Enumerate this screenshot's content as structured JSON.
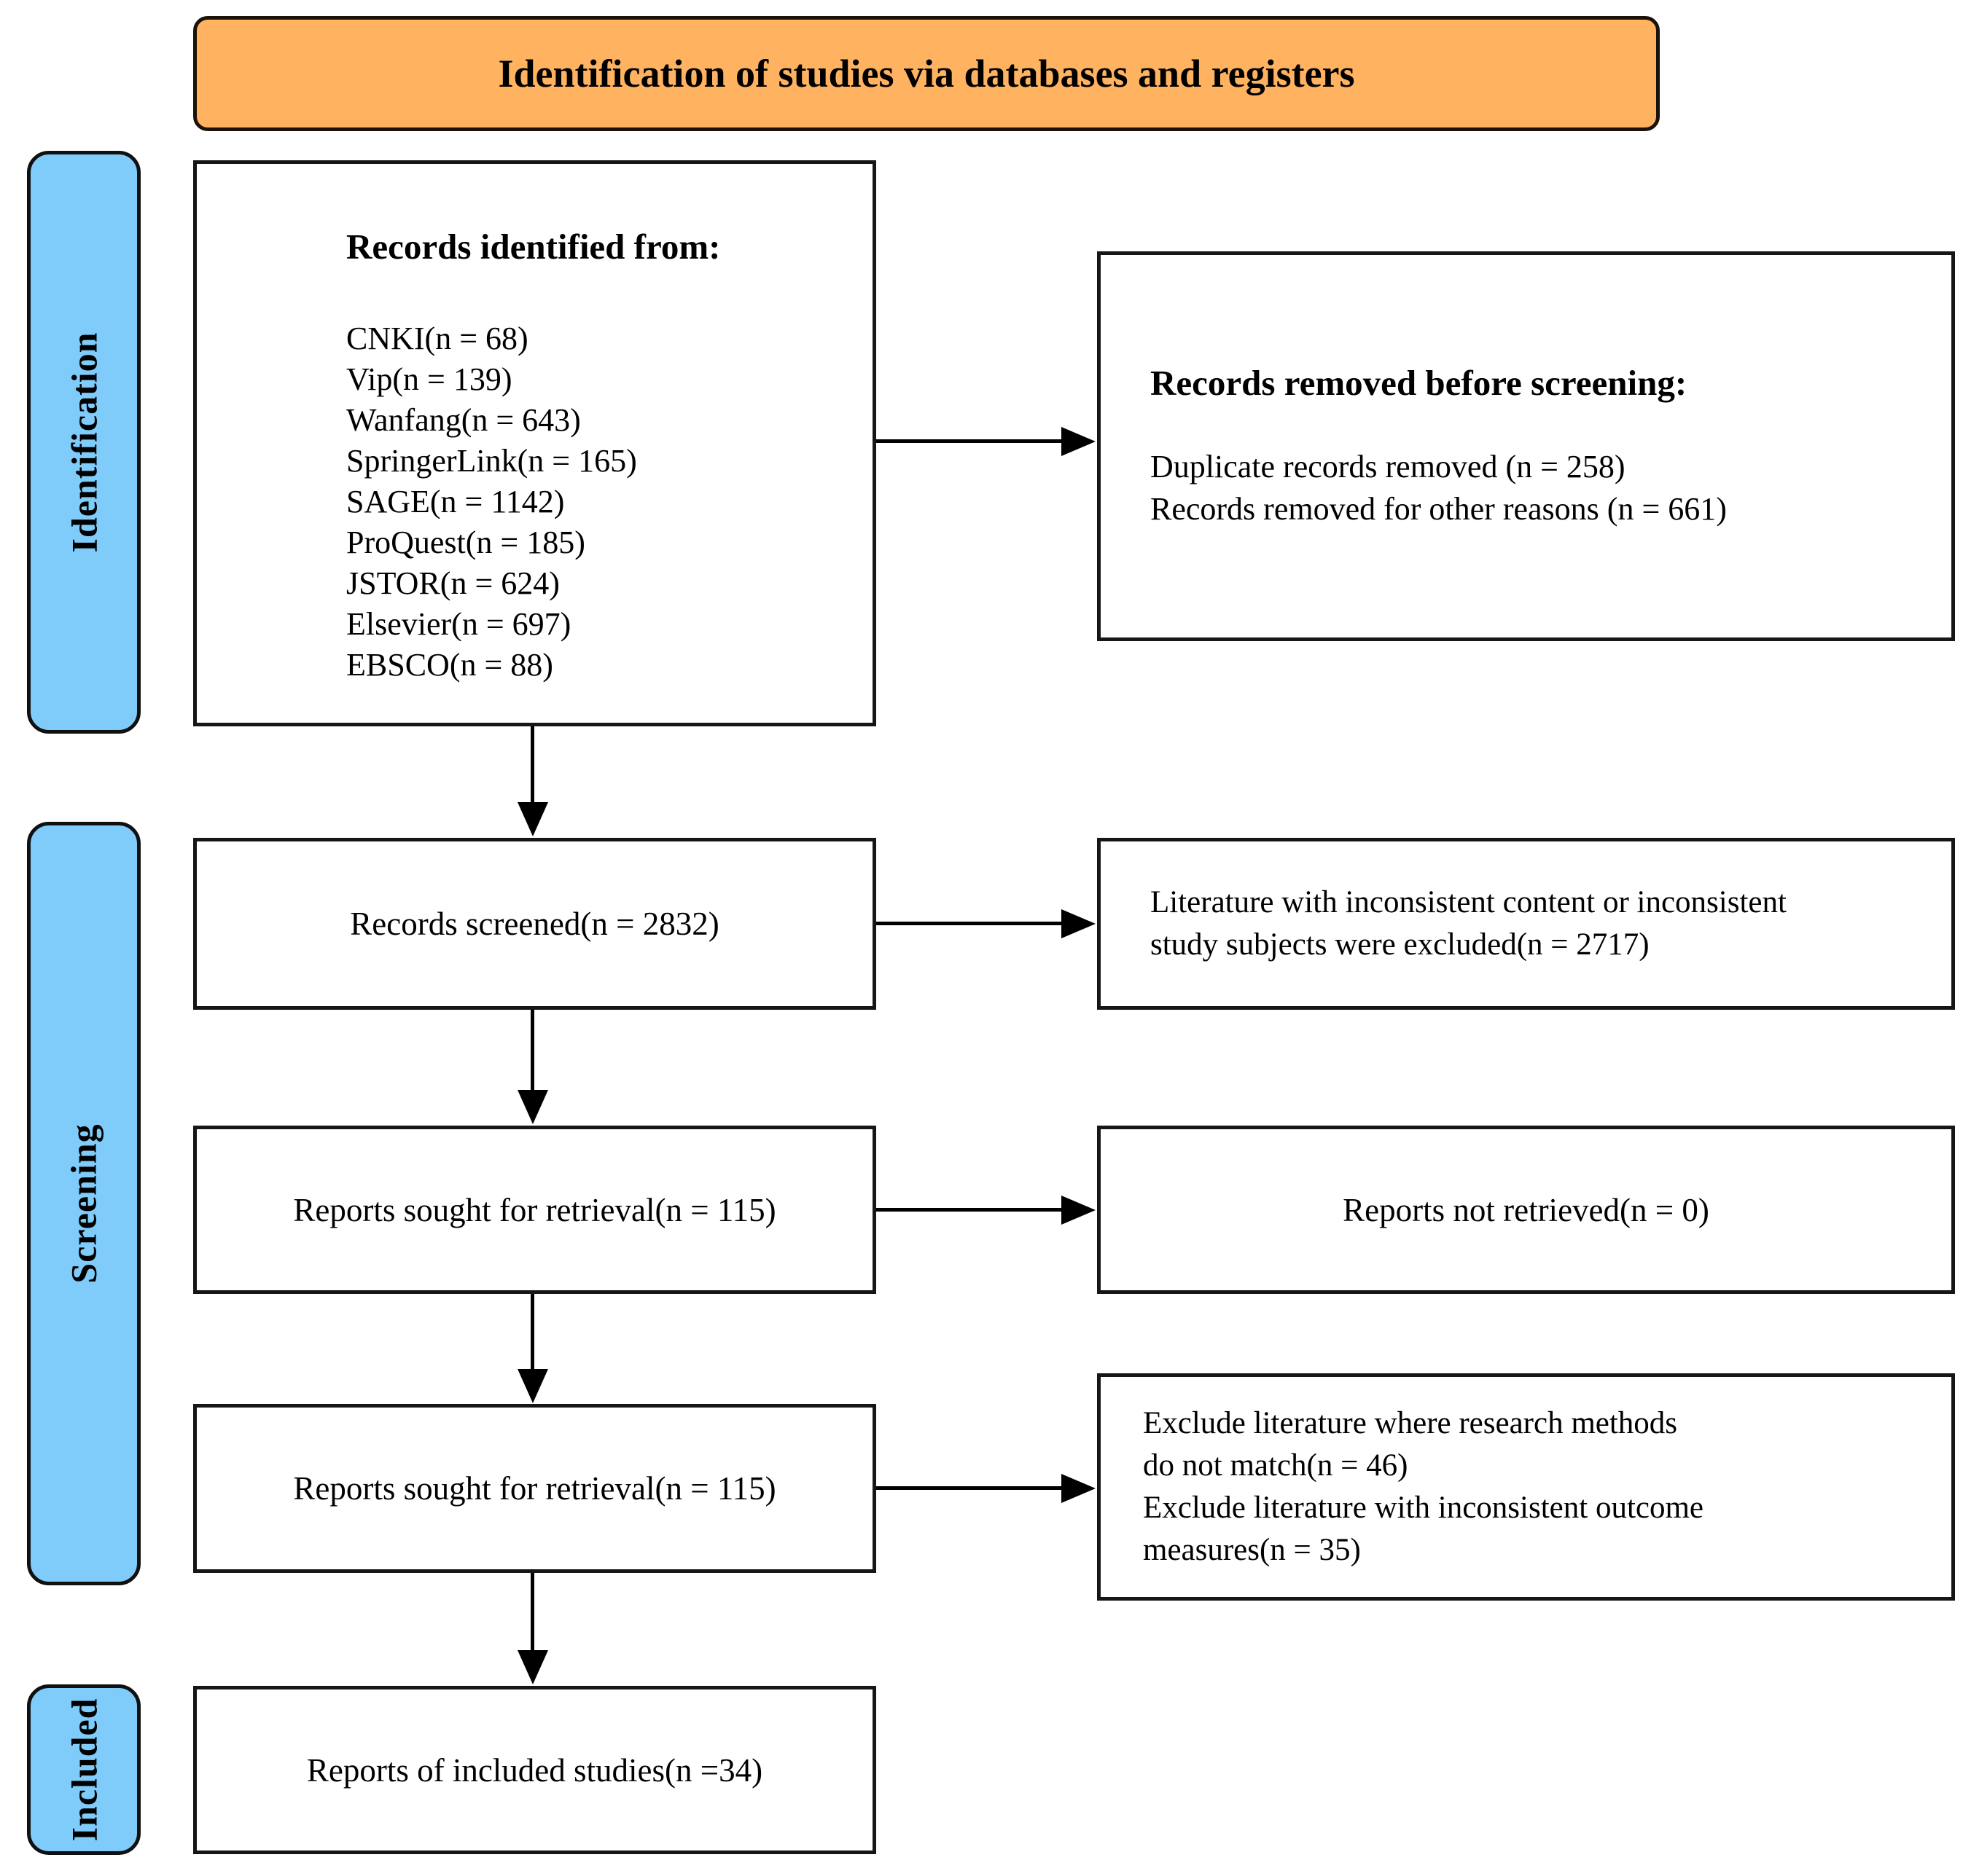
{
  "title": "Identification of studies via databases and registers",
  "colors": {
    "banner_orange": "#FFB361",
    "stage_blue": "#7FCBFA",
    "border_black": "#000000"
  },
  "stages": [
    {
      "label": "Identification"
    },
    {
      "label": "Screening"
    },
    {
      "label": "Included"
    }
  ],
  "boxes": {
    "records_identified": {
      "heading": "Records identified from:",
      "sources": [
        "CNKI(n = 68)",
        "Vip(n = 139)",
        "Wanfang(n = 643)",
        "SpringerLink(n = 165)",
        "SAGE(n = 1142)",
        "ProQuest(n = 185)",
        "JSTOR(n = 624)",
        "Elsevier(n = 697)",
        "EBSCO(n = 88)"
      ]
    },
    "records_removed": {
      "heading": "Records removed before screening:",
      "lines": [
        "Duplicate records removed (n = 258)",
        "Records removed for other reasons (n = 661)"
      ]
    },
    "records_screened": {
      "label": "Records screened(n = 2832)"
    },
    "literature_excluded": {
      "lines": [
        "Literature with inconsistent content or inconsistent",
        "study subjects were excluded(n = 2717)"
      ]
    },
    "reports_sought_1": {
      "label": "Reports sought for retrieval(n = 115)"
    },
    "reports_not_retrieved": {
      "label": "Reports not retrieved(n = 0)"
    },
    "reports_sought_2": {
      "label": "Reports sought for retrieval(n = 115)"
    },
    "reports_excluded": {
      "lines": [
        "Exclude literature where research methods",
        "do not match(n = 46)",
        "Exclude literature with inconsistent outcome",
        "measures(n = 35)"
      ]
    },
    "included_studies": {
      "label": "Reports of included studies(n =34)"
    }
  }
}
